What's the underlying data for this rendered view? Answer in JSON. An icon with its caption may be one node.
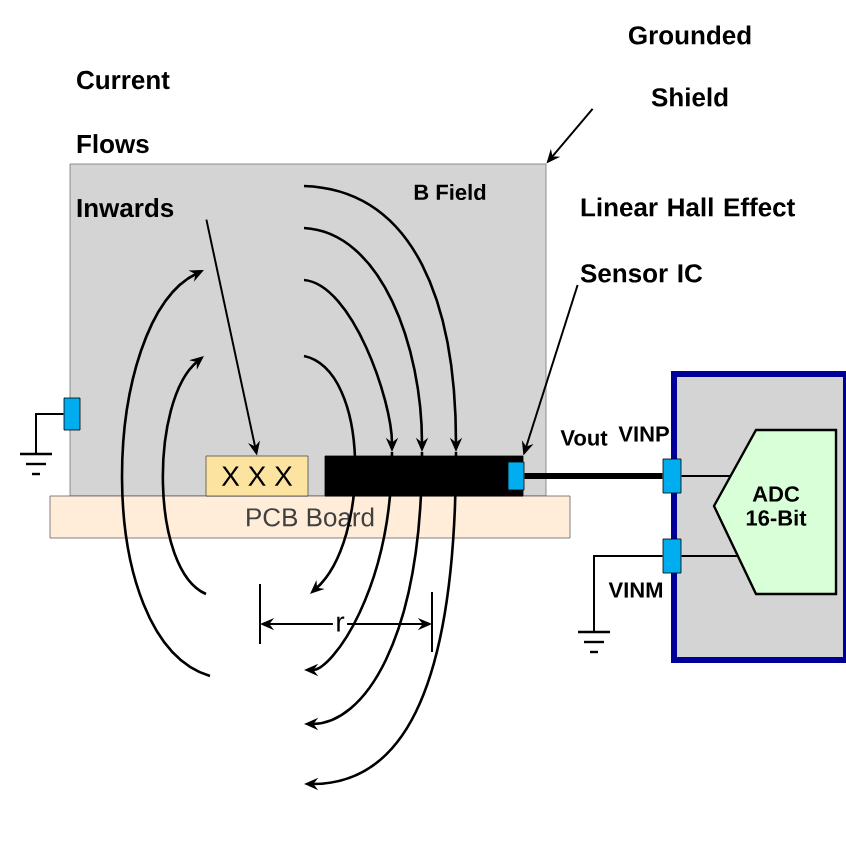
{
  "diagram": {
    "nodes": [
      {
        "text": [],
        "shape": "box"
      },
      {
        "text": [
          "Grounded Shield"
        ]
      },
      {
        "text": [
          "Current Flows Inwards"
        ]
      },
      {
        "text": [
          "X X X"
        ],
        "in": 0
      },
      {
        "text": [],
        "shape": "bar",
        "in": 0
      },
      {
        "text": [
          "Linear Hall Effect Sensor IC"
        ]
      },
      {
        "text": [
          "PCB Board"
        ]
      },
      {
        "text": [],
        "shape": "box"
      },
      {
        "text": [
          "ADC 16-Bit"
        ],
        "in": 7
      },
      {
        "text": [],
        "shape": "box"
      },
      {
        "text": [],
        "shape": "box",
        "in": 4
      },
      {
        "text": [],
        "shape": "box",
        "beside": [
          "VINP"
        ]
      },
      {
        "text": [],
        "shape": "box",
        "beside": [
          "VINM"
        ]
      },
      {
        "text": [],
        "shape": "ground"
      },
      {
        "text": [],
        "shape": "ground"
      }
    ],
    "edges": [
      {
        "from": 1,
        "to": 0,
        "arrow": "to"
      },
      {
        "from": 2,
        "to": 3,
        "arrow": "to"
      },
      {
        "from": 5,
        "to": 4,
        "arrow": "to"
      },
      {
        "from": 9,
        "to": 13,
        "arrow": "none"
      },
      {
        "from": 10,
        "to": 11,
        "arrow": "none",
        "label": "Vout",
        "style": "thick"
      },
      {
        "from": 11,
        "to": 8,
        "arrow": "none"
      },
      {
        "from": 12,
        "to": 8,
        "arrow": "none"
      },
      {
        "from": 12,
        "to": 14,
        "arrow": "none"
      }
    ],
    "labels": [
      "B Field",
      "r"
    ]
  }
}
